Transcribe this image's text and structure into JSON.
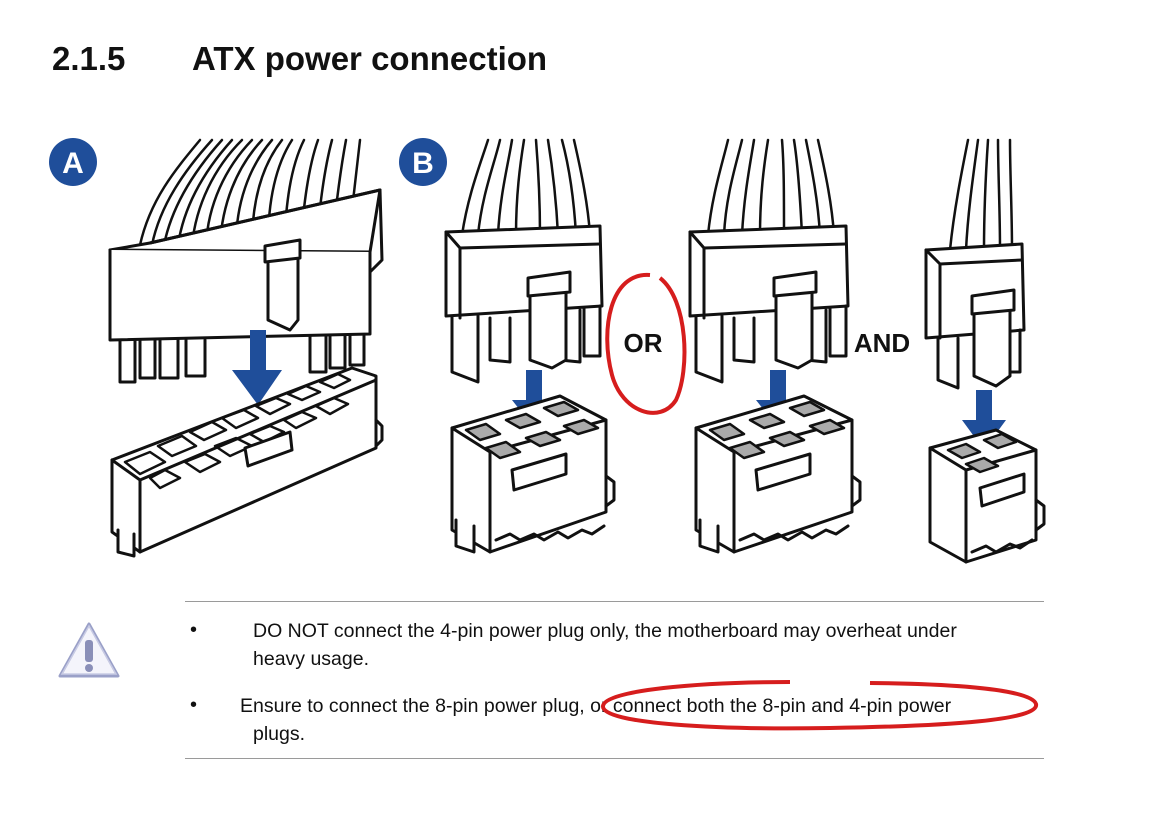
{
  "section": {
    "number": "2.1.5",
    "title": "ATX power connection"
  },
  "figure": {
    "label_a": "A",
    "label_b": "B",
    "or_text": "OR",
    "and_text": "AND",
    "accent_color": "#1f4e9a",
    "annotation_color": "#d61d1d"
  },
  "notes": [
    {
      "bullet": "•",
      "line1": "DO NOT connect the 4-pin power plug only, the motherboard may overheat under",
      "line2": "heavy usage."
    },
    {
      "bullet": "•",
      "line1": "Ensure to connect the 8-pin power plug, or connect both the 8-pin and 4-pin power",
      "line2": "plugs."
    }
  ],
  "warning_icon": "warning-triangle-icon"
}
